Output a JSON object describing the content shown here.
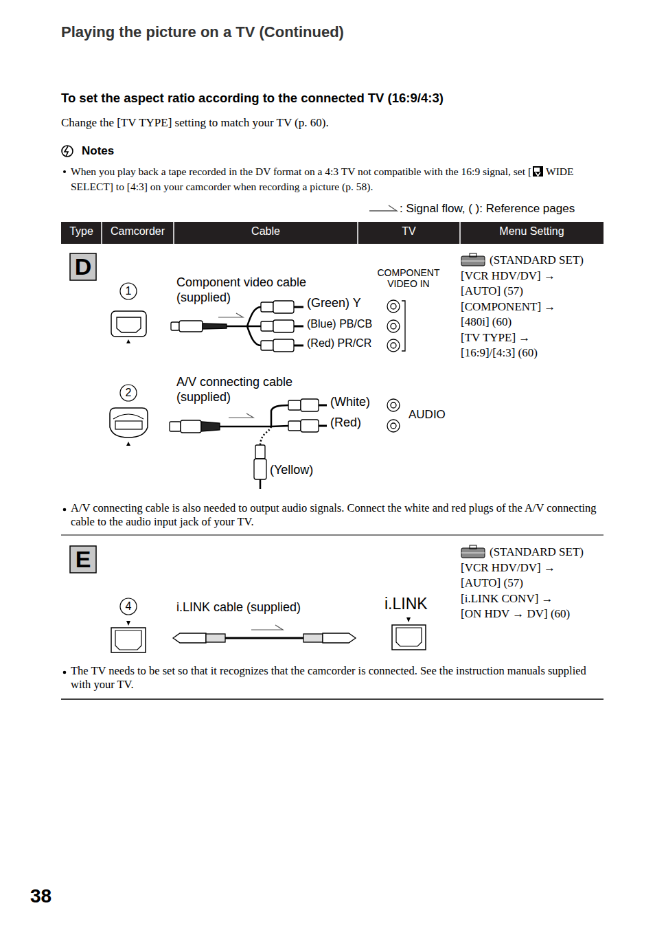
{
  "diagram": {
    "title": "Playing the picture on a TV (Continued)",
    "labels": [
      "To set the aspect ratio according to the connected TV (16:9/4:3)",
      "Change the [TV TYPE] setting to match your TV (p. 60).",
      "Notes",
      "When you play back a tape recorded in the DV format on a 4:3 TV not compatible with the 16:9 signal, set [",
      "WIDE SELECT] to [4:3] on your camcorder when recording a picture (p. 58).",
      ": Signal flow, ( ): Reference pages",
      "Type",
      "Camcorder",
      "Cable",
      "TV",
      "Menu Setting",
      "D",
      "1",
      "Component video cable (supplied)",
      "(Green) Y",
      "(Blue) PB/CB",
      "(Red) PR/CR",
      "COMPONENT VIDEO IN",
      "(STANDARD SET)",
      "[VCR HDV/DV] →",
      "[AUTO] (57)",
      "[COMPONENT] →",
      "[480i] (60)",
      "[TV TYPE] →",
      "[16:9]/[4:3] (60)",
      "2",
      "A/V connecting cable (supplied)",
      "(White)",
      "(Red)",
      "(Yellow)",
      "AUDIO",
      "A/V connecting cable is also needed to output audio signals. Connect the white and red plugs of the A/V connecting cable to the audio input jack of your TV.",
      "E",
      "4",
      "i.LINK cable (supplied)",
      "i.LINK",
      "(STANDARD SET)",
      "[VCR HDV/DV] →",
      "[AUTO] (57)",
      "[i.LINK CONV] →",
      "[ON HDV → DV] (60)",
      "The TV needs to be set so that it recognizes that the camcorder is connected. See the instruction manuals supplied with your TV.",
      "38"
    ]
  }
}
